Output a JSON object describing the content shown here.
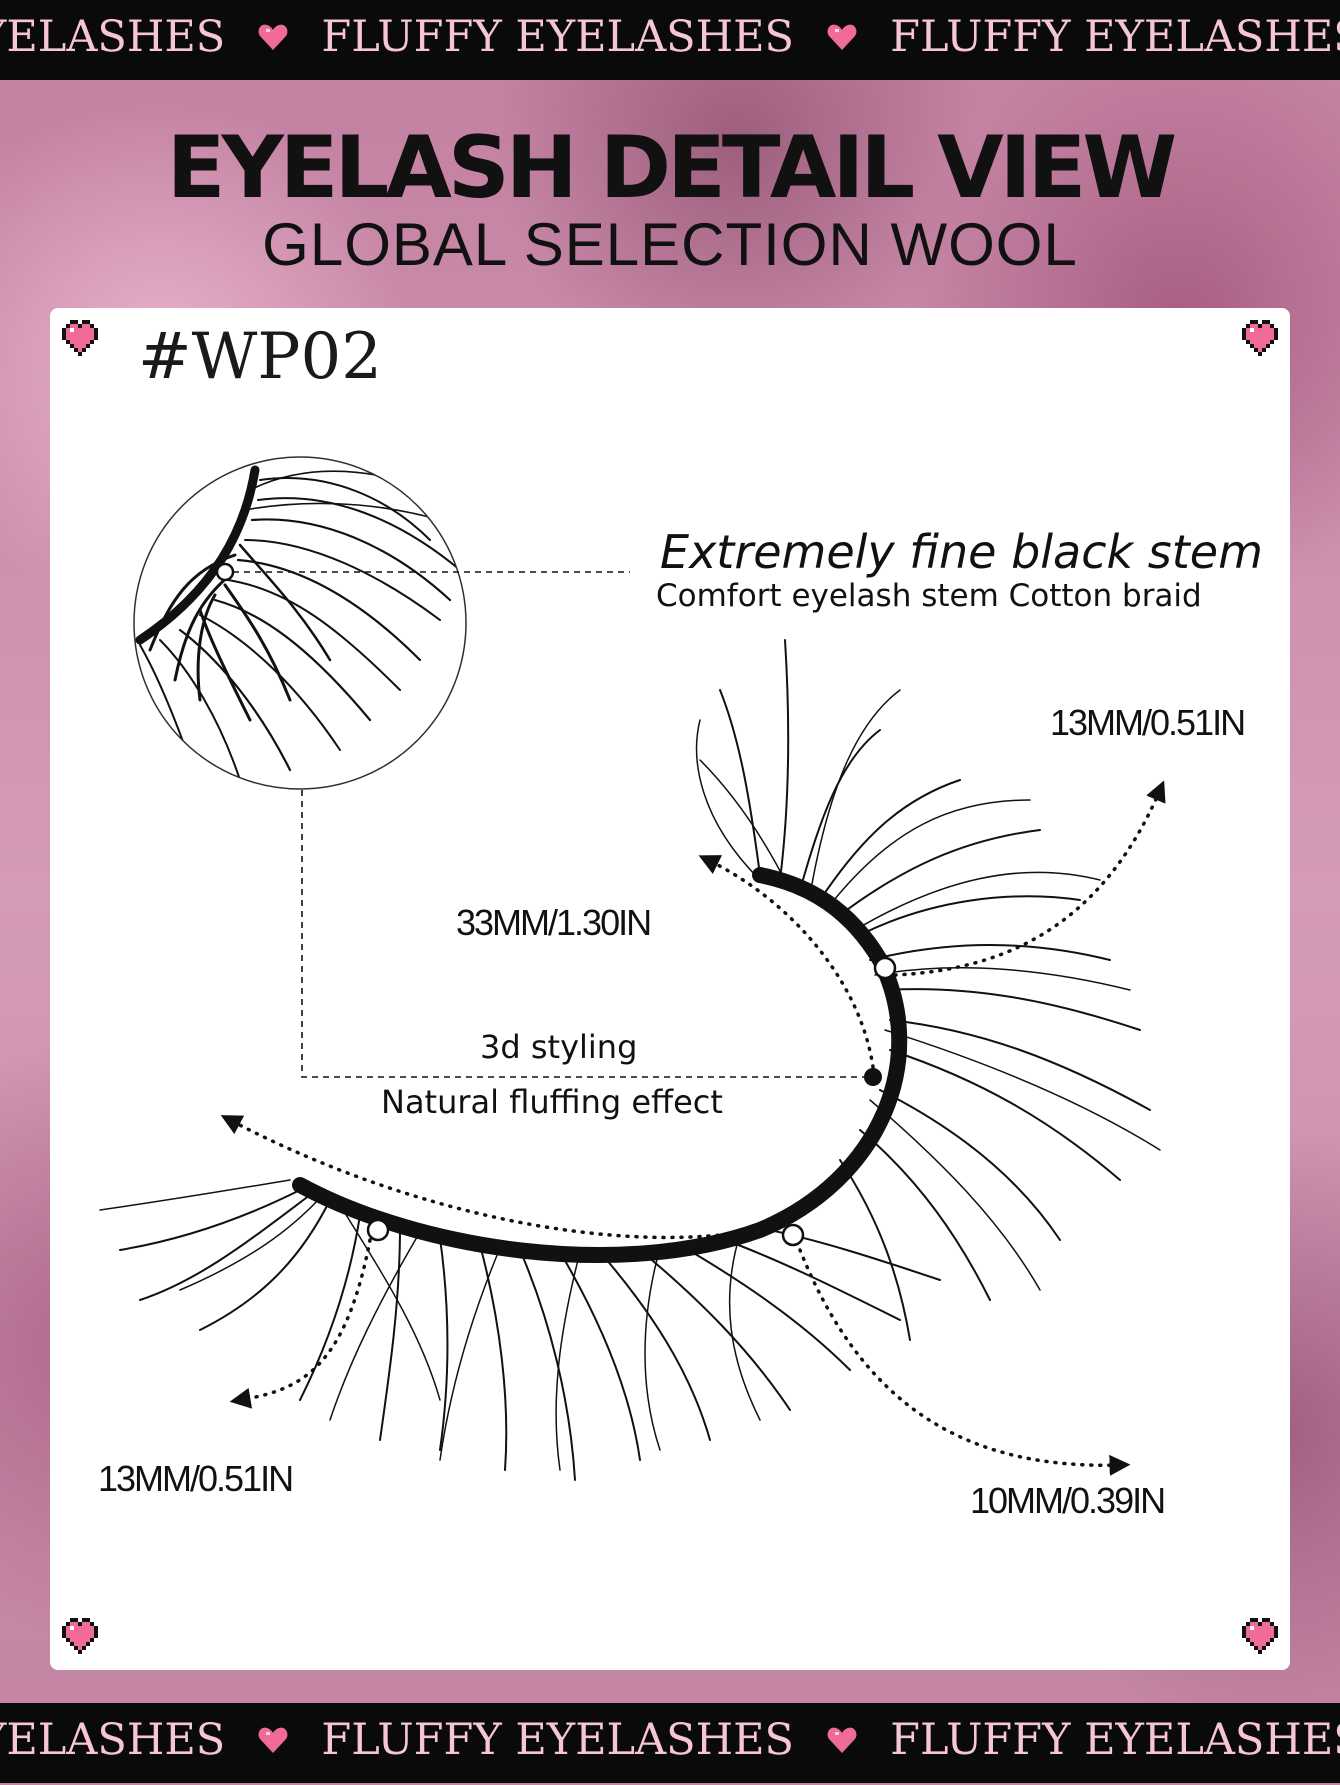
{
  "ticker": {
    "text": "FLUFFY EYELASHES",
    "leading_text": "YELASHES"
  },
  "heading": {
    "title": "EYELASH DETAIL VIEW",
    "subtitle": "GLOBAL SELECTION WOOL"
  },
  "product": {
    "code": "#WP02"
  },
  "callouts": {
    "stem_title": "Extremely fine black stem",
    "stem_desc": "Comfort eyelash stem Cotton braid",
    "styling_title": "3d styling",
    "styling_desc": "Natural fluffing effect"
  },
  "measurements": {
    "top_right": "13MM/0.51IN",
    "width": "33MM/1.30IN",
    "left": "13MM/0.51IN",
    "bottom_right": "10MM/0.39IN"
  },
  "colors": {
    "ticker_bg": "#0a0a0a",
    "ticker_text": "#f7c6d6",
    "heart": "#f06a9a",
    "card": "#ffffff"
  },
  "icons": [
    "heart-icon",
    "pixel-heart-icon",
    "arrow-icon"
  ]
}
